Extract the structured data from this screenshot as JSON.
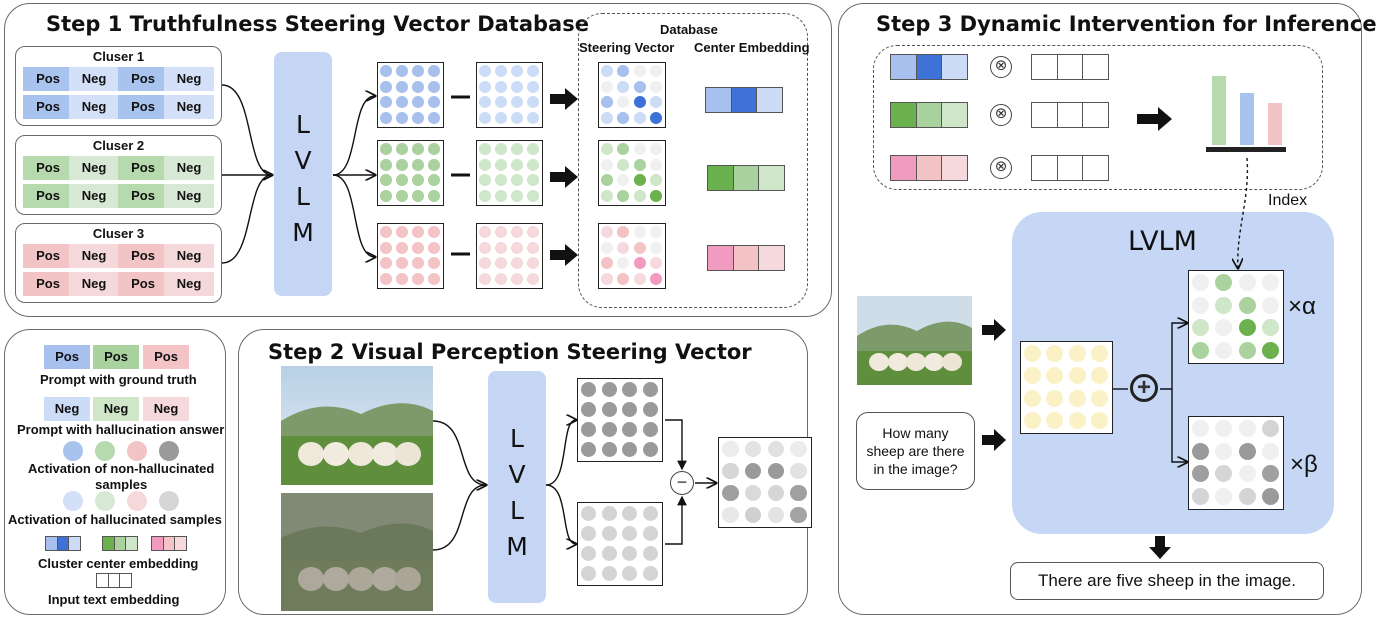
{
  "step1": {
    "title": "Step 1 Truthfulness Steering Vector Database",
    "clusters": [
      {
        "label": "Cluser 1",
        "pos_color": "#a9c3ef",
        "neg_color": "#d4e0f7"
      },
      {
        "label": "Cluser 2",
        "pos_color": "#b6d9ae",
        "neg_color": "#d7e9d4"
      },
      {
        "label": "Cluser 3",
        "pos_color": "#f3c4c5",
        "neg_color": "#f4d8da"
      }
    ],
    "pos_label": "Pos",
    "neg_label": "Neg",
    "lvlm_letters": [
      "L",
      "V",
      "L",
      "M"
    ],
    "database_title": "Database",
    "database_col1": "Steering Vector",
    "database_col2": "Center Embedding",
    "colors": {
      "blue_dark": "#3f72d6",
      "blue_mid": "#a7c0ee",
      "blue_light": "#cddcf6",
      "green_dark": "#6bb24f",
      "green_mid": "#a9d29e",
      "green_light": "#cfe6c9",
      "pink_dark": "#f29bc1",
      "pink_mid": "#f3c3c6",
      "pink_light": "#f5d9dc"
    }
  },
  "legend": {
    "pos_label": "Pos",
    "neg_label": "Neg",
    "ground_truth": "Prompt with ground truth",
    "hallucination": "Prompt with hallucination answer",
    "non_hallucinated_l1": "Activation of non-hallucinated",
    "non_hallucinated_l2": "samples",
    "hallucinated": "Activation of hallucinated samples",
    "cluster_center": "Cluster center embedding",
    "input_text": "Input text embedding"
  },
  "step2": {
    "title": "Step 2 Visual Perception Steering Vector",
    "lvlm_letters": [
      "L",
      "V",
      "L",
      "M"
    ],
    "minus_symbol": "−"
  },
  "step3": {
    "title": "Step 3 Dynamic Intervention for Inference",
    "otimes": "⊗",
    "index_label": "Index",
    "lvlm_label": "LVLM",
    "question": "How many sheep are there in the image?",
    "plus_symbol": "+",
    "alpha_label": "×α",
    "beta_label": "×β",
    "answer": "There are five sheep in the image."
  }
}
